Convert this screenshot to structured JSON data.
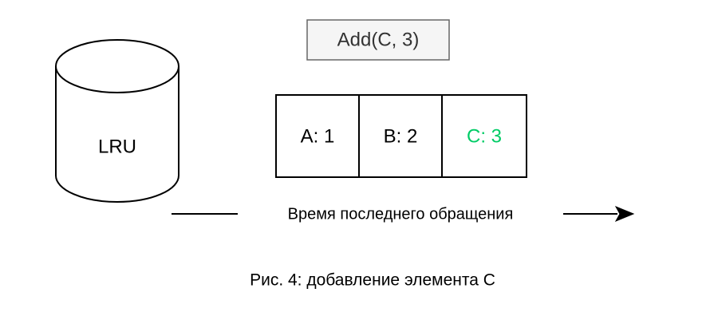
{
  "operation": {
    "label": "Add(C, 3)"
  },
  "store": {
    "label": "LRU"
  },
  "cache": {
    "cells": [
      {
        "text": "A: 1",
        "color": "#000000"
      },
      {
        "text": "B: 2",
        "color": "#000000"
      },
      {
        "text": "C: 3",
        "color": "#00cc66"
      }
    ]
  },
  "axis": {
    "label": "Время последнего обращения"
  },
  "caption": {
    "text": "Рис. 4: добавление элемента С"
  },
  "colors": {
    "stroke": "#000000",
    "op_fill": "#f5f5f5",
    "op_stroke": "#666666",
    "new_item": "#00cc66"
  }
}
